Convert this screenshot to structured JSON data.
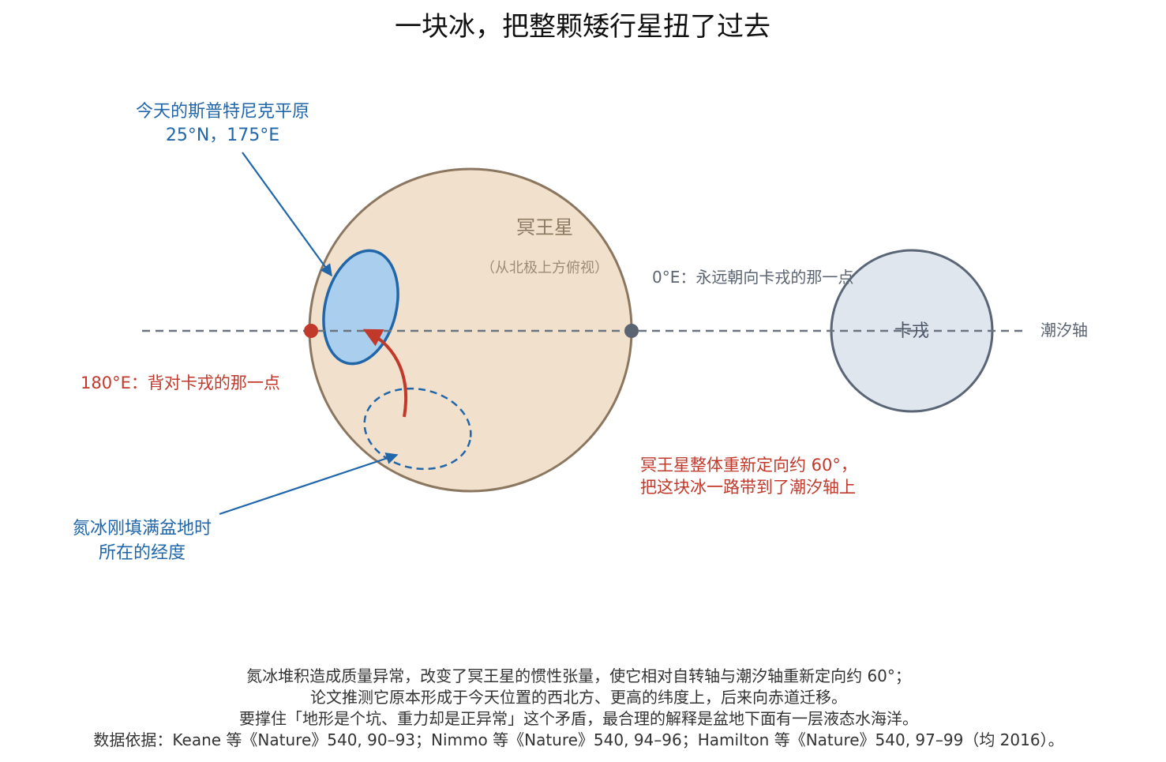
{
  "title": "一块冰，把整颗矮行星扭了过去",
  "pluto": {
    "name": "冥王星",
    "view_note": "（从北极上方俯视）",
    "fill": "#f1e1cc",
    "stroke": "#8b7660"
  },
  "charon": {
    "name": "卡戎",
    "fill": "#e0e6ee",
    "stroke": "#5a6676"
  },
  "tidal_axis_label": "潮汐轴",
  "sub_charon_label": "0°E：永远朝向卡戎的那一点",
  "anti_charon_label": "180°E：背对卡戎的那一点",
  "sputnik_today": {
    "line1": "今天的斯普特尼克平原",
    "line2": "25°N，175°E"
  },
  "original_basin": {
    "line1": "氮冰刚填满盆地时",
    "line2": "所在的经度"
  },
  "reorientation": {
    "line1": "冥王星整体重新定向约 60°，",
    "line2": "把这块冰一路带到了潮汐轴上"
  },
  "footer": [
    "氮冰堆积造成质量异常，改变了冥王星的惯性张量，使它相对自转轴与潮汐轴重新定向约 60°；",
    "论文推测它原本形成于今天位置的西北方、更高的纬度上，后来向赤道迁移。",
    "要撑住「地形是个坑、重力却是正异常」这个矛盾，最合理的解释是盆地下面有一层液态水海洋。",
    "数据依据：Keane 等《Nature》540, 90–93；Nimmo 等《Nature》540, 94–96；Hamilton 等《Nature》540, 97–99（均 2016）。"
  ],
  "colors": {
    "blue": "#2066a8",
    "blue_fill": "#aacfee",
    "red": "#c0392b",
    "axis": "#6b7280"
  }
}
